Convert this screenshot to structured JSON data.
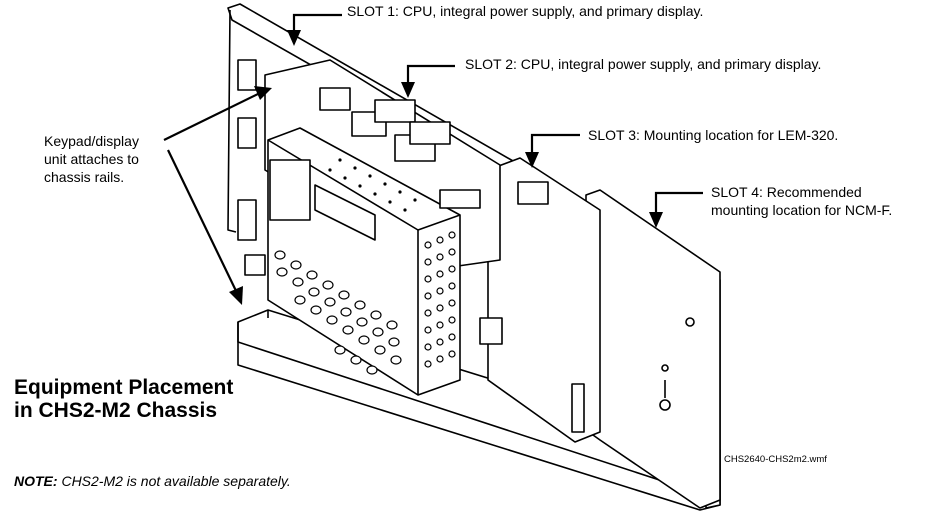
{
  "callouts": {
    "slot1": "SLOT 1: CPU, integral power supply, and primary display.",
    "slot2": "SLOT 2: CPU, integral power supply, and primary display.",
    "slot3": "SLOT 3: Mounting location for LEM-320.",
    "slot4_line1": "SLOT 4: Recommended",
    "slot4_line2": "mounting location for NCM-F.",
    "keypad_line1": "Keypad/display",
    "keypad_line2": "unit attaches to",
    "keypad_line3": "chassis rails."
  },
  "title": {
    "line1": "Equipment Placement",
    "line2": "in CHS2-M2 Chassis"
  },
  "note": {
    "prefix": "NOTE:",
    "text": "CHS2-M2 is not available separately."
  },
  "file_reference": "CHS2640-CHS2m2.wmf"
}
